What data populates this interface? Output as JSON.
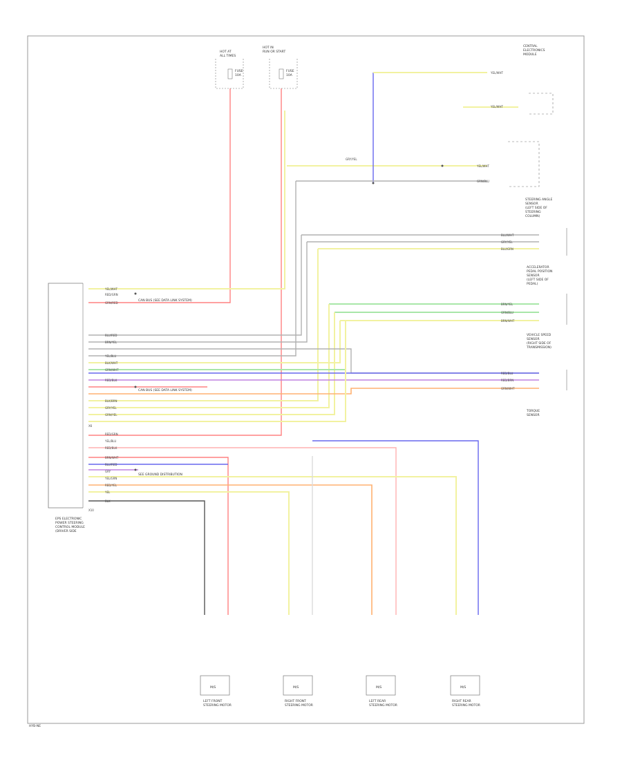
{
  "diagram": {
    "footer_code": "HYB-NE",
    "connector_top": "X6",
    "connector_bottom": "X10",
    "control_unit": [
      "EPS ELECTRONIC",
      "POWER STEERING",
      "CONTROL MODULE",
      "(DRIVER SIDE"
    ],
    "top_fuse_block": [
      "HOT AT",
      "ALL TIMES",
      "FUSE",
      "10A"
    ],
    "top_fuse_block2": [
      "HOT IN",
      "RUN OR START",
      "FUSE",
      "10A"
    ],
    "right_module_1": [
      "CENTRAL",
      "ELECTRONICS",
      "MODULE"
    ],
    "right_module_2": [
      "STEERING ANGLE",
      "SENSOR",
      "(LEFT SIDE OF",
      "STEERING",
      "COLUMN)"
    ],
    "right_module_3": [
      "ACCELERATOR",
      "PEDAL POSITION",
      "SENSOR",
      "(LEFT SIDE OF",
      "PEDAL)"
    ],
    "right_module_4": [
      "VEHICLE SPEED",
      "SENSOR",
      "(RIGHT SIDE OF",
      "TRANSMISSION)"
    ],
    "right_module_5": [
      "TORQUE",
      "SENSOR"
    ],
    "wire_labels_left": [
      "YEL/WHT",
      "RED/GRN",
      "GRN/RED",
      "BLU/RED",
      "BRN/YEL",
      "YEL/BLU",
      "BLK/WHT",
      "GRN/WHT",
      "RED/BLK",
      "BLK/BRN",
      "GRY/YEL",
      "GRN/YEL"
    ],
    "wire_labels_bottom": [
      "RED/GRN",
      "YEL/BLU",
      "RED/BLK",
      "BRN/WHT",
      "BLU/RED",
      "GRY",
      "YEL/GRN",
      "RED/YEL",
      "YEL",
      "BLK"
    ],
    "annotation_1": "CAN BUS (SEE DATA LINK SYSTEM)",
    "annotation_2": "CAN BUS (SEE DATA LINK SYSTEM)",
    "annotation_3": "SEE GROUND DISTRIBUTION",
    "bottom_components": [
      {
        "box": "M/S",
        "label": [
          "LEFT FRONT",
          "STEERING MOTOR"
        ]
      },
      {
        "box": "M/S",
        "label": [
          "RIGHT FRONT",
          "STEERING MOTOR"
        ]
      },
      {
        "box": "M/S",
        "label": [
          "LEFT REAR",
          "STEERING MOTOR"
        ]
      },
      {
        "box": "M/S",
        "label": [
          "RIGHT REAR",
          "STEERING MOTOR"
        ]
      }
    ],
    "right_wire_labels": [
      "YEL/WHT",
      "YEL/WHT",
      "YEL/WHT",
      "GRN/BLU",
      "BLU/WHT",
      "GRY/YEL",
      "BLU/GRN",
      "BRN/YEL",
      "GRN/BLU",
      "BRN/WHT",
      "RED/BLU",
      "RED/BRN",
      "GRN/WHT",
      "GRY/YEL"
    ],
    "colors": {
      "border": "#9a9a9a",
      "black": "#555555",
      "red": "#ff8080",
      "pink": "#ffb0b0",
      "yellow": "#f2f2a0",
      "green": "#a8e6a8",
      "blue": "#6666ee",
      "violet": "#c080e0",
      "orange": "#ffb070",
      "gray": "#b0b0b0"
    }
  }
}
